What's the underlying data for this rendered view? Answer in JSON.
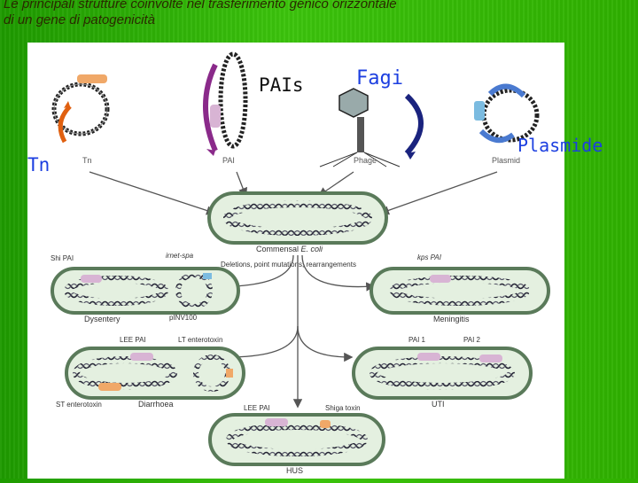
{
  "slide": {
    "title_line1": "Le principali strutture coinvolte nel trasferimento genico orizzontale",
    "title_line2": "di un gene di patogenicità"
  },
  "overlay_labels": {
    "pais": "PAIs",
    "fagi": "Fagi",
    "plasmide": "Plasmide",
    "tn": "Tn"
  },
  "figure": {
    "sources": {
      "tn": "Tn",
      "pai": "PAI",
      "phage": "Phage",
      "plasmid": "Plasmid"
    },
    "center": {
      "label_prefix": "Commensal ",
      "label_species": "E. coli",
      "events": "Deletions, point mutations, rearrangements"
    },
    "dysentery": {
      "gene1": "Shi PAI",
      "gene2": "irnet-spa",
      "plasmid": "pINV100",
      "name": "Dysentery"
    },
    "meningitis": {
      "gene1": "kps PAI",
      "name": "Meningitis"
    },
    "diarrhoea": {
      "gene1": "LEE PAI",
      "gene2": "LT enterotoxin",
      "gene3": "ST enterotoxin",
      "name": "Diarrhoea"
    },
    "uti": {
      "gene1": "PAI 1",
      "gene2": "PAI 2",
      "name": "UTI"
    },
    "hus": {
      "gene1": "LEE PAI",
      "gene2": "Shiga toxin",
      "name": "HUS"
    }
  },
  "colors": {
    "background_green": "#2fb000",
    "title_text": "#2a2a00",
    "label_blue": "#1c3fe0",
    "pink_segment": "#d8b4d4",
    "blue_segment": "#7bbbe0",
    "orange_segment": "#f0a868",
    "cell_fill": "#e4f0e0",
    "cell_border": "#5a7a5a",
    "purple_arrow": "#8a2a8a",
    "navy_arrow": "#1a237e",
    "orange_arrow": "#e06010",
    "blue_arrow": "#4a7ad0"
  }
}
